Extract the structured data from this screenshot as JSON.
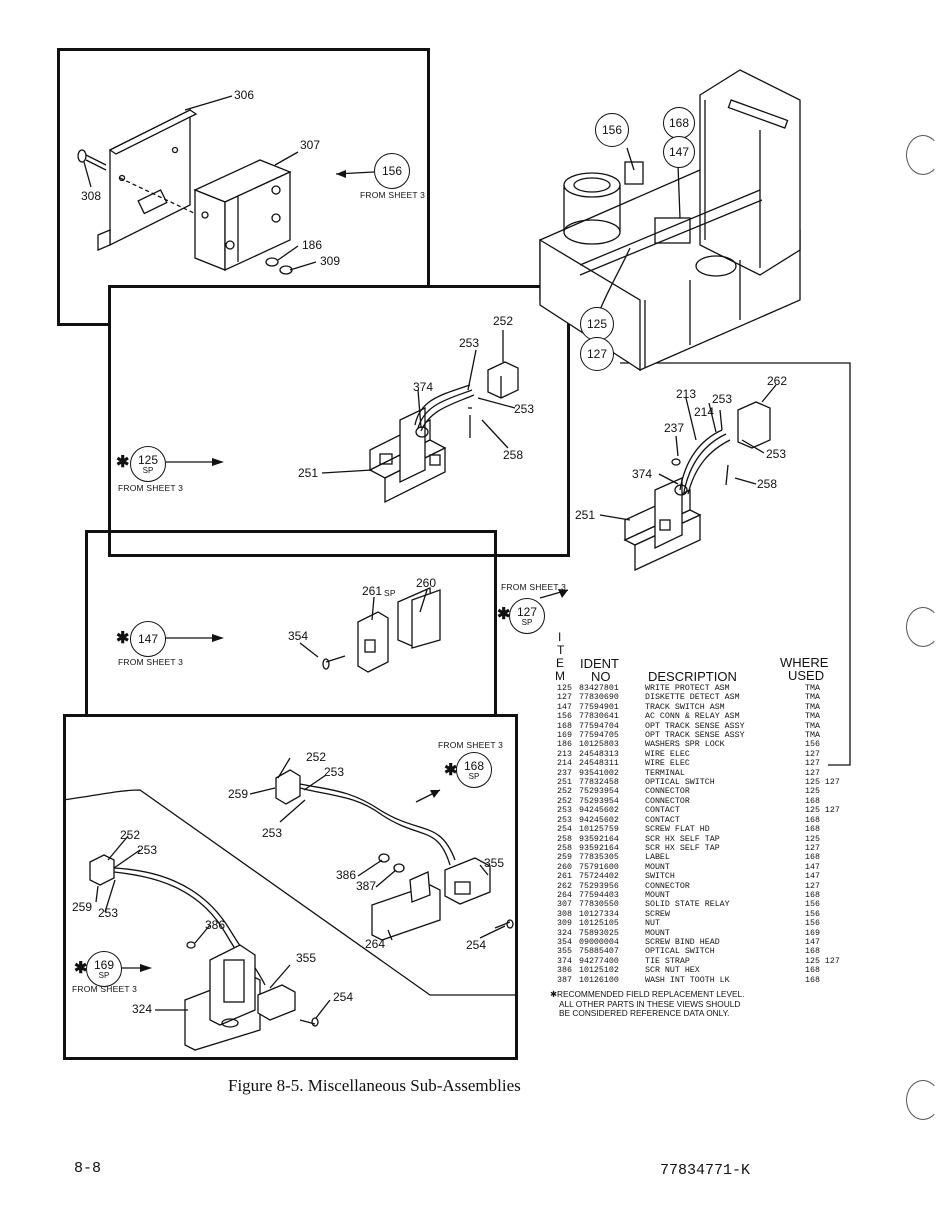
{
  "panel1": {
    "labels": [
      "306",
      "307",
      "308",
      "186",
      "309"
    ],
    "callout": {
      "number": "156",
      "sp": "",
      "from": "FROM SHEET 3"
    }
  },
  "panel2": {
    "labels": [
      "252",
      "253",
      "374",
      "253",
      "258",
      "251"
    ],
    "callout": {
      "number": "125",
      "sp": "SP",
      "from": "FROM SHEET 3"
    }
  },
  "panel3": {
    "labels": [
      "261",
      "SP",
      "260",
      "354"
    ],
    "callout": {
      "number": "147",
      "sp": "",
      "from": "FROM SHEET 3"
    }
  },
  "panel4": {
    "labels": [
      "252",
      "253",
      "259",
      "253",
      "252",
      "253",
      "259",
      "253",
      "386",
      "387",
      "355",
      "264",
      "254",
      "386",
      "355",
      "254",
      "324"
    ],
    "callout_top": {
      "number": "168",
      "sp": "SP",
      "from": "FROM SHEET 3"
    },
    "callout_bottom": {
      "number": "169",
      "sp": "SP",
      "from": "FROM SHEET 3"
    }
  },
  "right_detail": {
    "labels": [
      "262",
      "213",
      "253",
      "214",
      "237",
      "253",
      "374",
      "258",
      "251"
    ],
    "callout": {
      "number": "127",
      "sp": "SP",
      "from": "FROM SHEET 3"
    }
  },
  "overview_callouts": [
    "156",
    "168",
    "147",
    "125",
    "127"
  ],
  "table": {
    "header_item": [
      "I",
      "T",
      "E",
      "M"
    ],
    "header_ident": [
      "IDENT",
      "NO"
    ],
    "header_desc": "DESCRIPTION",
    "header_used": [
      "WHERE",
      "USED"
    ],
    "rows": [
      {
        "item": "125",
        "ident": "83427801",
        "desc": "WRITE PROTECT ASM",
        "used": "TMA"
      },
      {
        "item": "127",
        "ident": "77830690",
        "desc": "DISKETTE DETECT ASM",
        "used": "TMA"
      },
      {
        "item": "147",
        "ident": "77594901",
        "desc": "TRACK SWITCH ASM",
        "used": "TMA"
      },
      {
        "item": "156",
        "ident": "77830641",
        "desc": "AC CONN & RELAY ASM",
        "used": "TMA"
      },
      {
        "item": "168",
        "ident": "77594704",
        "desc": "OPT TRACK SENSE ASSY",
        "used": "TMA"
      },
      {
        "item": "169",
        "ident": "77594705",
        "desc": "OPT TRACK SENSE ASSY",
        "used": "TMA"
      },
      {
        "item": "186",
        "ident": "10125803",
        "desc": "WASHERS SPR LOCK",
        "used": "156"
      },
      {
        "item": "213",
        "ident": "24548313",
        "desc": "WIRE ELEC",
        "used": "127"
      },
      {
        "item": "214",
        "ident": "24548311",
        "desc": "WIRE ELEC",
        "used": "127"
      },
      {
        "item": "237",
        "ident": "93541002",
        "desc": "TERMINAL",
        "used": "127"
      },
      {
        "item": "251",
        "ident": "77832458",
        "desc": "OPTICAL SWITCH",
        "used": "125 127"
      },
      {
        "item": "252",
        "ident": "75293954",
        "desc": "CONNECTOR",
        "used": "125"
      },
      {
        "item": "252",
        "ident": "75293954",
        "desc": "CONNECTOR",
        "used": "168"
      },
      {
        "item": "253",
        "ident": "94245602",
        "desc": "CONTACT",
        "used": "125 127"
      },
      {
        "item": "253",
        "ident": "94245602",
        "desc": "CONTACT",
        "used": "168"
      },
      {
        "item": "254",
        "ident": "10125759",
        "desc": "SCREW FLAT HD",
        "used": "168"
      },
      {
        "item": "258",
        "ident": "93592164",
        "desc": "SCR HX SELF TAP",
        "used": "125"
      },
      {
        "item": "258",
        "ident": "93592164",
        "desc": "SCR HX SELF TAP",
        "used": "127"
      },
      {
        "item": "259",
        "ident": "77835305",
        "desc": "LABEL",
        "used": "168"
      },
      {
        "item": "260",
        "ident": "75791600",
        "desc": "MOUNT",
        "used": "147"
      },
      {
        "item": "261",
        "ident": "75724402",
        "desc": "SWITCH",
        "used": "147"
      },
      {
        "item": "262",
        "ident": "75293956",
        "desc": "CONNECTOR",
        "used": "127"
      },
      {
        "item": "264",
        "ident": "77594403",
        "desc": "MOUNT",
        "used": "168"
      },
      {
        "item": "307",
        "ident": "77830550",
        "desc": "SOLID STATE RELAY",
        "used": "156"
      },
      {
        "item": "308",
        "ident": "10127334",
        "desc": "SCREW",
        "used": "156"
      },
      {
        "item": "309",
        "ident": "10125105",
        "desc": "NUT",
        "used": "156"
      },
      {
        "item": "324",
        "ident": "75893025",
        "desc": "MOUNT",
        "used": "169"
      },
      {
        "item": "354",
        "ident": "09000004",
        "desc": "SCREW BIND HEAD",
        "used": "147"
      },
      {
        "item": "355",
        "ident": "75885407",
        "desc": "OPTICAL SWITCH",
        "used": "168"
      },
      {
        "item": "374",
        "ident": "94277400",
        "desc": "TIE STRAP",
        "used": "125 127"
      },
      {
        "item": "386",
        "ident": "10125102",
        "desc": "SCR NUT HEX",
        "used": "168"
      },
      {
        "item": "387",
        "ident": "10126100",
        "desc": "WASH INT TOOTH LK",
        "used": "168"
      }
    ],
    "note_lines": [
      "✱RECOMMENDED FIELD REPLACEMENT LEVEL.",
      "ALL OTHER PARTS IN THESE VIEWS SHOULD",
      "BE CONSIDERED REFERENCE DATA ONLY."
    ]
  },
  "caption": "Figure 8-5.  Miscellaneous Sub-Assemblies",
  "footer": {
    "page": "8-8",
    "doc": "77834771-K"
  }
}
